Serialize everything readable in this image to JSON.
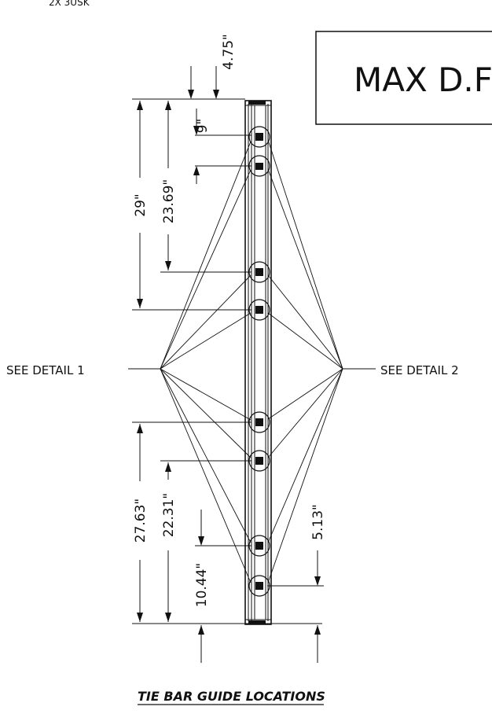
{
  "top_clipped_text": "2X 3USK",
  "title_box": {
    "text": "MAX D.F"
  },
  "dimensions": {
    "top_offset": "4.75\"",
    "upper_spacing": "9\"",
    "upper_outer": "29\"",
    "upper_inner": "23.69\"",
    "lower_outer": "27.63\"",
    "lower_inner": "22.31\"",
    "lower_small": "10.44\"",
    "lower_right": "5.13\""
  },
  "callouts": {
    "detail_1": "SEE DETAIL 1",
    "detail_2": "SEE DETAIL 2"
  },
  "caption": "TIE BAR GUIDE LOCATIONS"
}
